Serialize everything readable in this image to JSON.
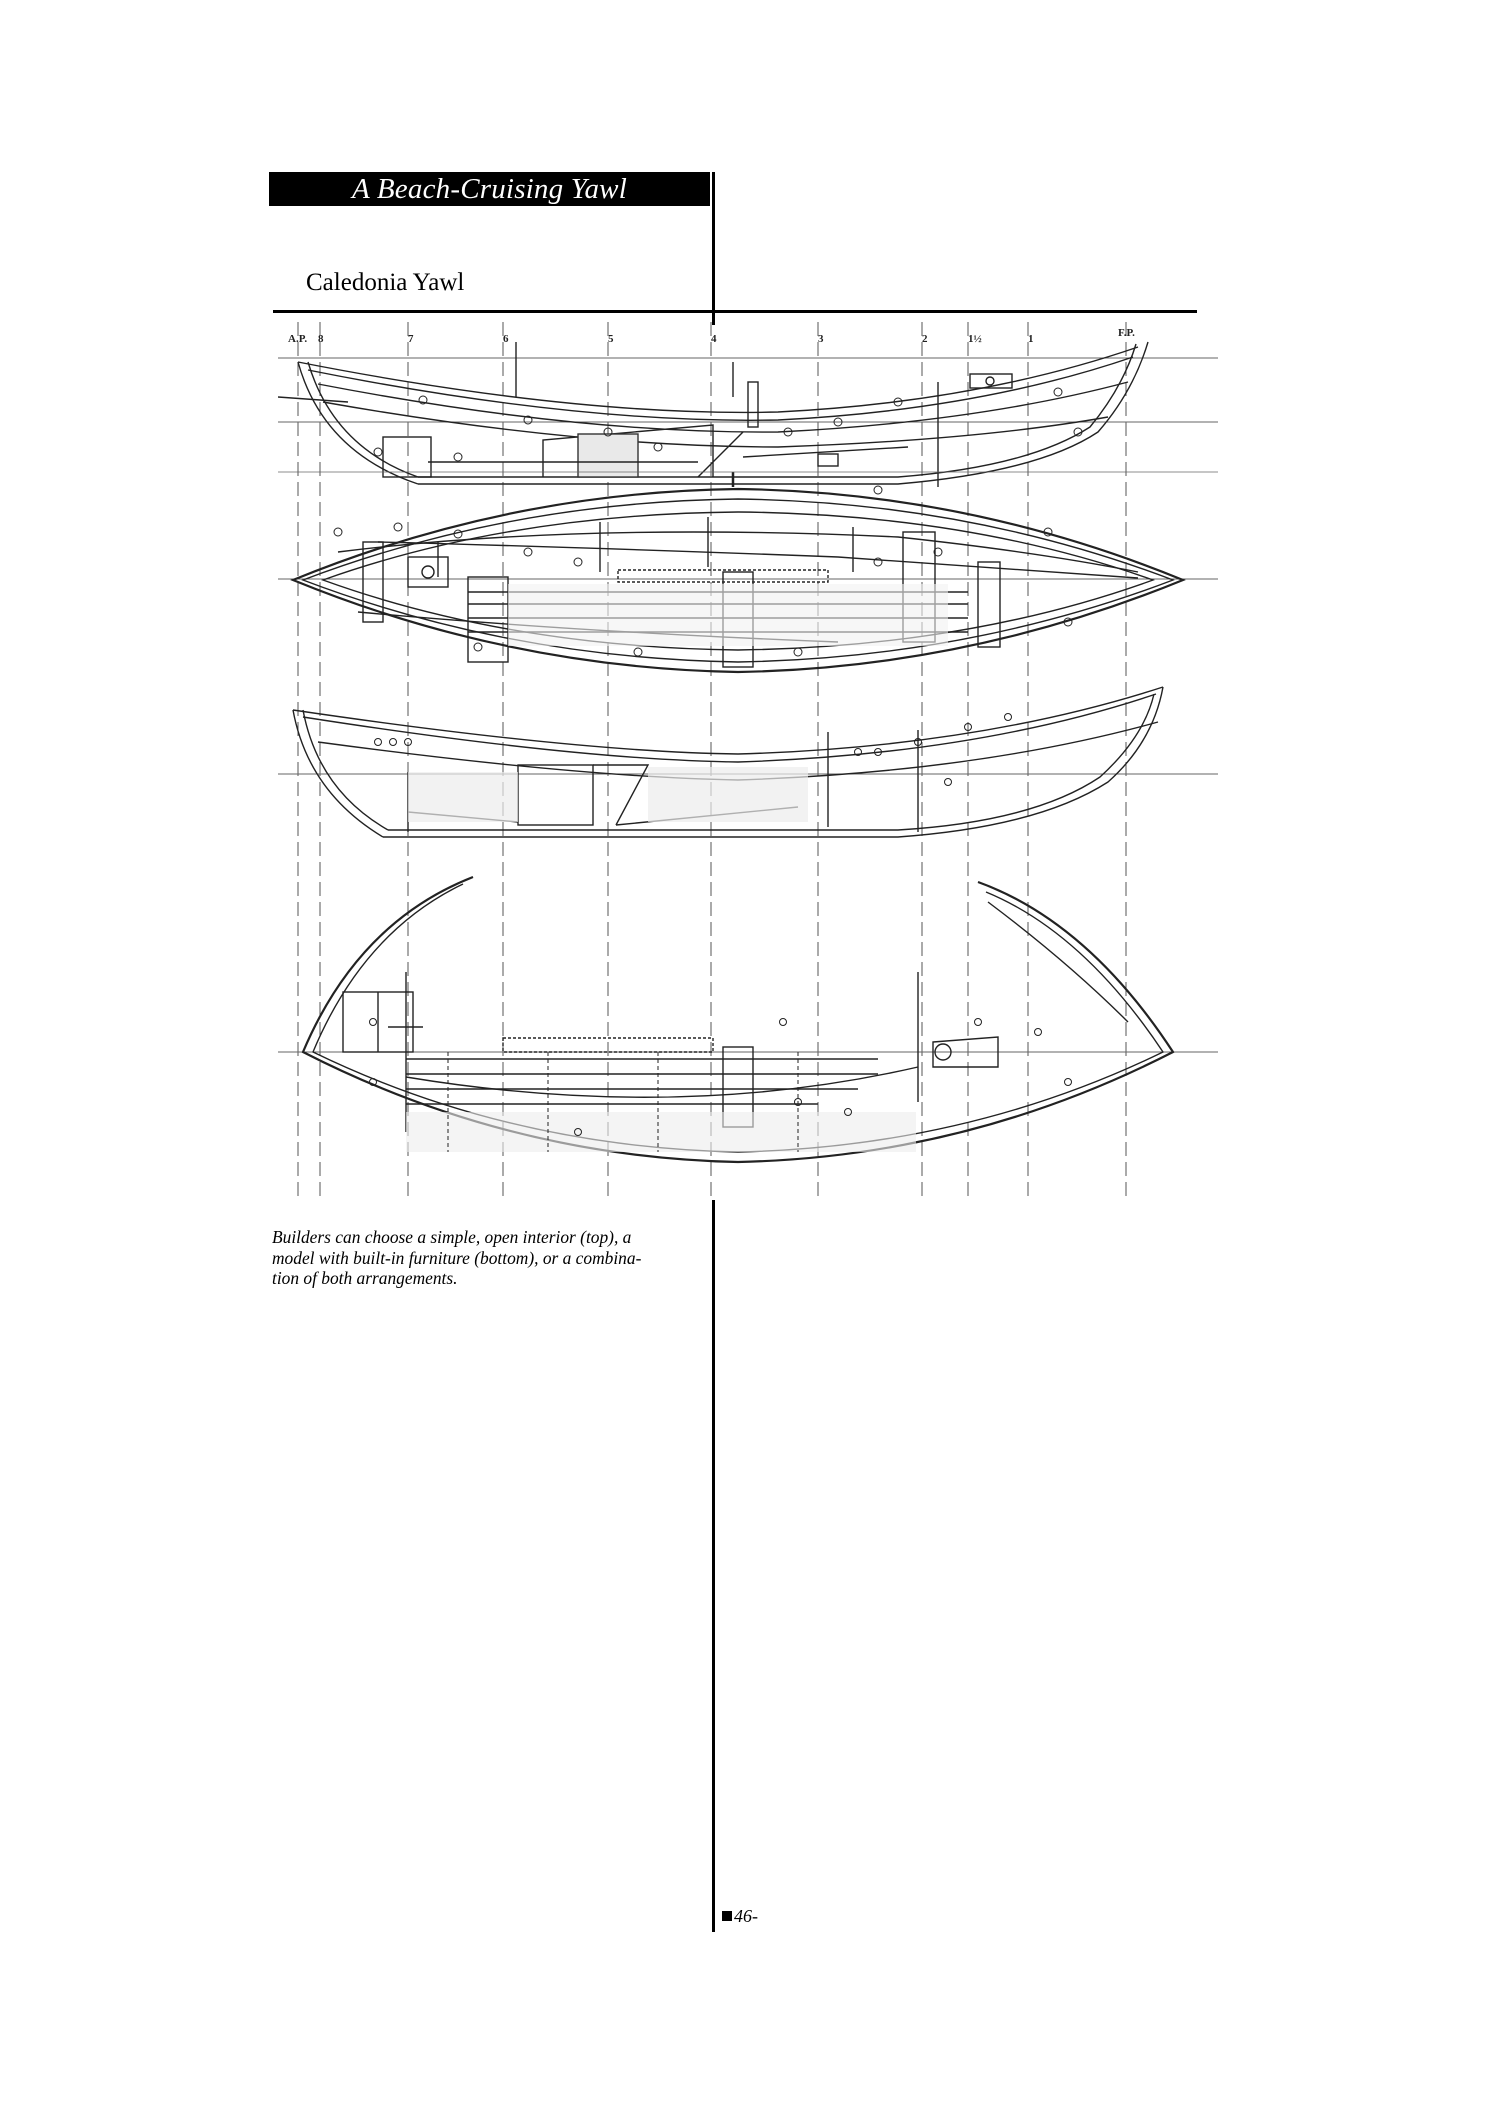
{
  "header": {
    "section_title": "A Beach-Cruising Yawl",
    "article_title": "Caledonia Yawl"
  },
  "figure": {
    "description": "Construction drawings of the Caledonia Yawl: two profile views and two plan views",
    "views": [
      {
        "name": "profile-open-interior",
        "kind": "profile"
      },
      {
        "name": "plan-open-interior",
        "kind": "plan"
      },
      {
        "name": "profile-built-in-furniture",
        "kind": "profile"
      },
      {
        "name": "plan-built-in-furniture",
        "kind": "plan"
      }
    ],
    "station_labels": [
      "A.P.",
      "8",
      "7",
      "6",
      "5",
      "4",
      "3",
      "2",
      "1½",
      "1",
      "F.P."
    ]
  },
  "caption": {
    "lines": [
      "Builders can choose a simple, open interior (top), a",
      "model with built-in furniture (bottom), or a combina-",
      "tion of both arrangements."
    ]
  },
  "footer": {
    "page_marker": "■",
    "page_number": "46-"
  },
  "colors": {
    "ink": "#000000",
    "paper": "#ffffff",
    "title_bar_bg": "#000000",
    "title_bar_text": "#ffffff"
  }
}
